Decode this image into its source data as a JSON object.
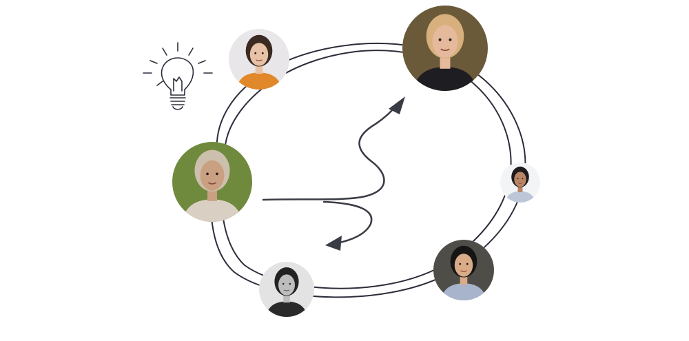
{
  "diagram": {
    "line_color": "#2b2d3a",
    "arrow_color": "#3a3c45",
    "icon": "lightbulb-icon",
    "people": [
      {
        "id": "person-orange-sweater",
        "bg": "#e9e6ea",
        "skin": "#e8c2a6",
        "hair": "#3b2a22",
        "shirt": "#e0882a",
        "grayscale": false
      },
      {
        "id": "person-blonde-woman",
        "bg": "#6b5a3a",
        "skin": "#e5b99b",
        "hair": "#d7b07d",
        "shirt": "#1e1d22",
        "grayscale": false
      },
      {
        "id": "person-headscarf-woman",
        "bg": "#6f8a3c",
        "skin": "#caa083",
        "hair": "#cdbfae",
        "shirt": "#d9cfc3",
        "grayscale": false
      },
      {
        "id": "person-glasses-man",
        "bg": "#f3f4f6",
        "skin": "#b98566",
        "hair": "#1e1c1c",
        "shirt": "#bcc6d6",
        "grayscale": false
      },
      {
        "id": "person-library-man",
        "bg": "#4f4d48",
        "skin": "#d9ab86",
        "hair": "#151515",
        "shirt": "#a7b4cc",
        "grayscale": false
      },
      {
        "id": "person-cap-man",
        "bg": "#e3e3e3",
        "skin": "#bdbdbd",
        "hair": "#222222",
        "shirt": "#2a2a2a",
        "grayscale": true
      }
    ]
  }
}
